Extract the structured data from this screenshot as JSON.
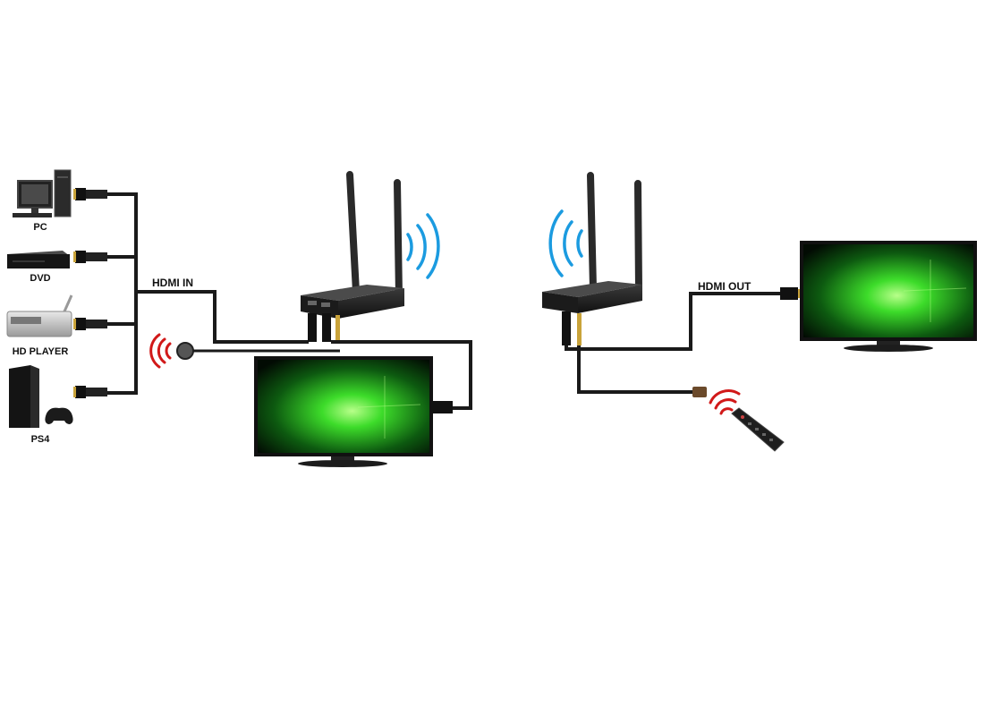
{
  "labels": {
    "pc": "PC",
    "dvd": "DVD",
    "hd_player": "HD PLAYER",
    "ps4": "PS4",
    "hdmi_in": "HDMI IN",
    "hdmi_out": "HDMI OUT"
  },
  "colors": {
    "cable": "#1a1a1a",
    "wifi_signal": "#1b9be0",
    "ir_signal": "#d11919",
    "screen_glow": "#3ddc2a"
  }
}
